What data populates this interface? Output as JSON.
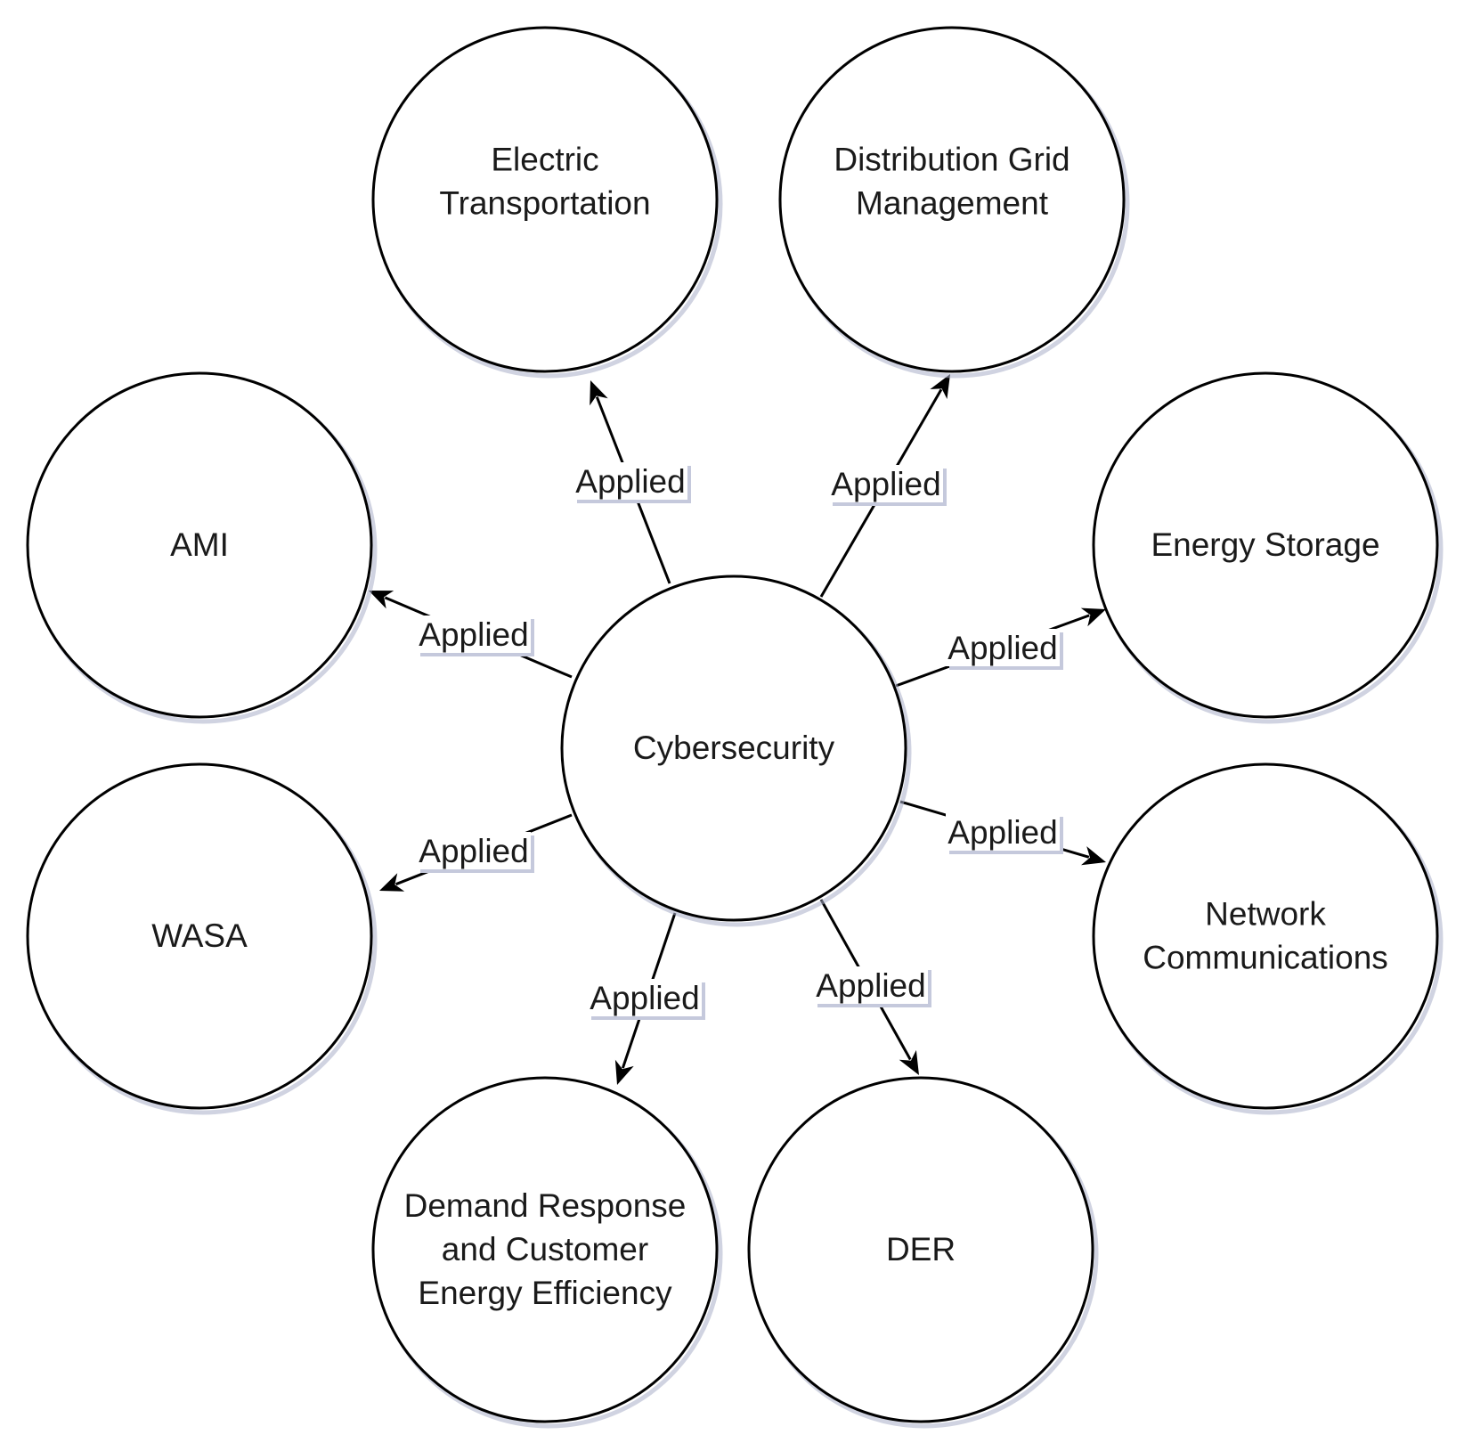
{
  "diagram": {
    "center": {
      "id": "cyber",
      "lines": [
        "Cybersecurity"
      ]
    },
    "nodes": [
      {
        "id": "electric",
        "name": "electric-transportation-node",
        "lines": [
          "Electric",
          "Transportation"
        ]
      },
      {
        "id": "distribution",
        "name": "distribution-grid-management-node",
        "lines": [
          "Distribution Grid",
          "Management"
        ]
      },
      {
        "id": "ami",
        "name": "ami-node",
        "lines": [
          "AMI"
        ]
      },
      {
        "id": "storage",
        "name": "energy-storage-node",
        "lines": [
          "Energy Storage"
        ]
      },
      {
        "id": "wasa",
        "name": "wasa-node",
        "lines": [
          "WASA"
        ]
      },
      {
        "id": "network",
        "name": "network-communications-node",
        "lines": [
          "Network",
          "Communications"
        ]
      },
      {
        "id": "demand",
        "name": "demand-response-node",
        "lines": [
          "Demand Response",
          "and Customer",
          "Energy Efficiency"
        ]
      },
      {
        "id": "der",
        "name": "der-node",
        "lines": [
          "DER"
        ]
      }
    ],
    "edges": [
      {
        "from": "cyber",
        "to": "electric",
        "label": "Applied"
      },
      {
        "from": "cyber",
        "to": "distribution",
        "label": "Applied"
      },
      {
        "from": "cyber",
        "to": "ami",
        "label": "Applied"
      },
      {
        "from": "cyber",
        "to": "storage",
        "label": "Applied"
      },
      {
        "from": "cyber",
        "to": "wasa",
        "label": "Applied"
      },
      {
        "from": "cyber",
        "to": "network",
        "label": "Applied"
      },
      {
        "from": "cyber",
        "to": "demand",
        "label": "Applied"
      },
      {
        "from": "cyber",
        "to": "der",
        "label": "Applied"
      }
    ]
  }
}
